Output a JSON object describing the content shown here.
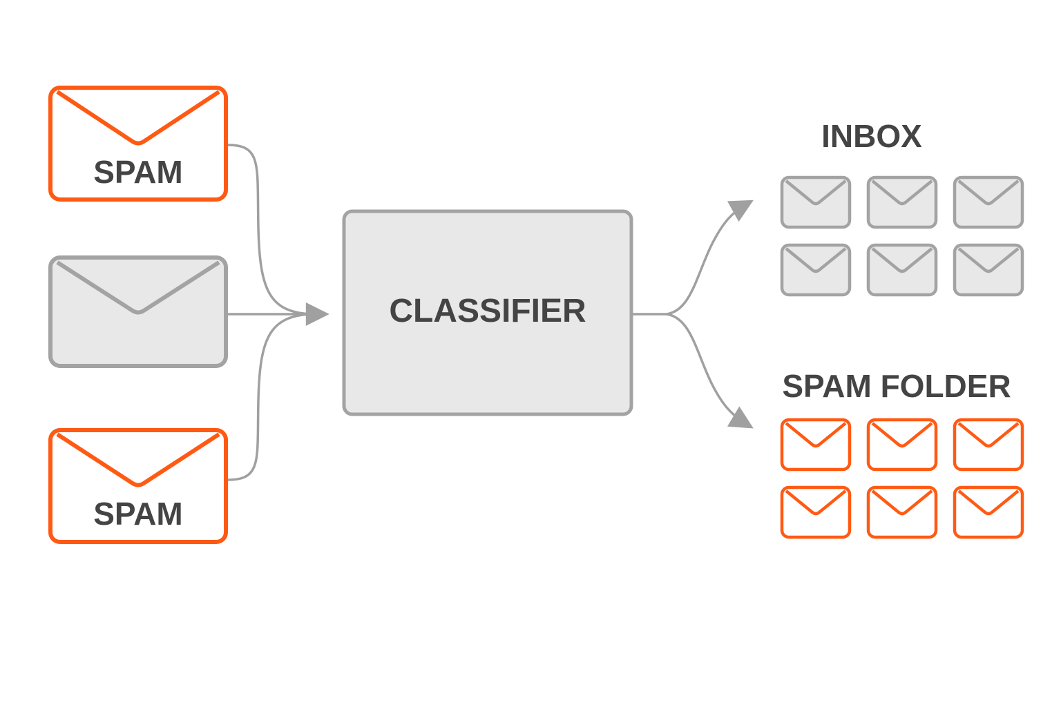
{
  "colors": {
    "spam": "#ff5a14",
    "neutral_stroke": "#a3a3a3",
    "neutral_fill": "#e8e8e8",
    "text": "#444444",
    "arrow": "#a0a0a0"
  },
  "inputs": [
    {
      "label": "SPAM",
      "kind": "spam"
    },
    {
      "label": "",
      "kind": "legit"
    },
    {
      "label": "SPAM",
      "kind": "spam"
    }
  ],
  "classifier": {
    "label": "CLASSIFIER"
  },
  "outputs": {
    "inbox": {
      "title": "INBOX",
      "count": 6,
      "kind": "legit"
    },
    "spam_folder": {
      "title": "SPAM FOLDER",
      "count": 6,
      "kind": "spam"
    }
  },
  "icons": {
    "envelope": "envelope-icon",
    "arrow": "arrow-icon"
  }
}
